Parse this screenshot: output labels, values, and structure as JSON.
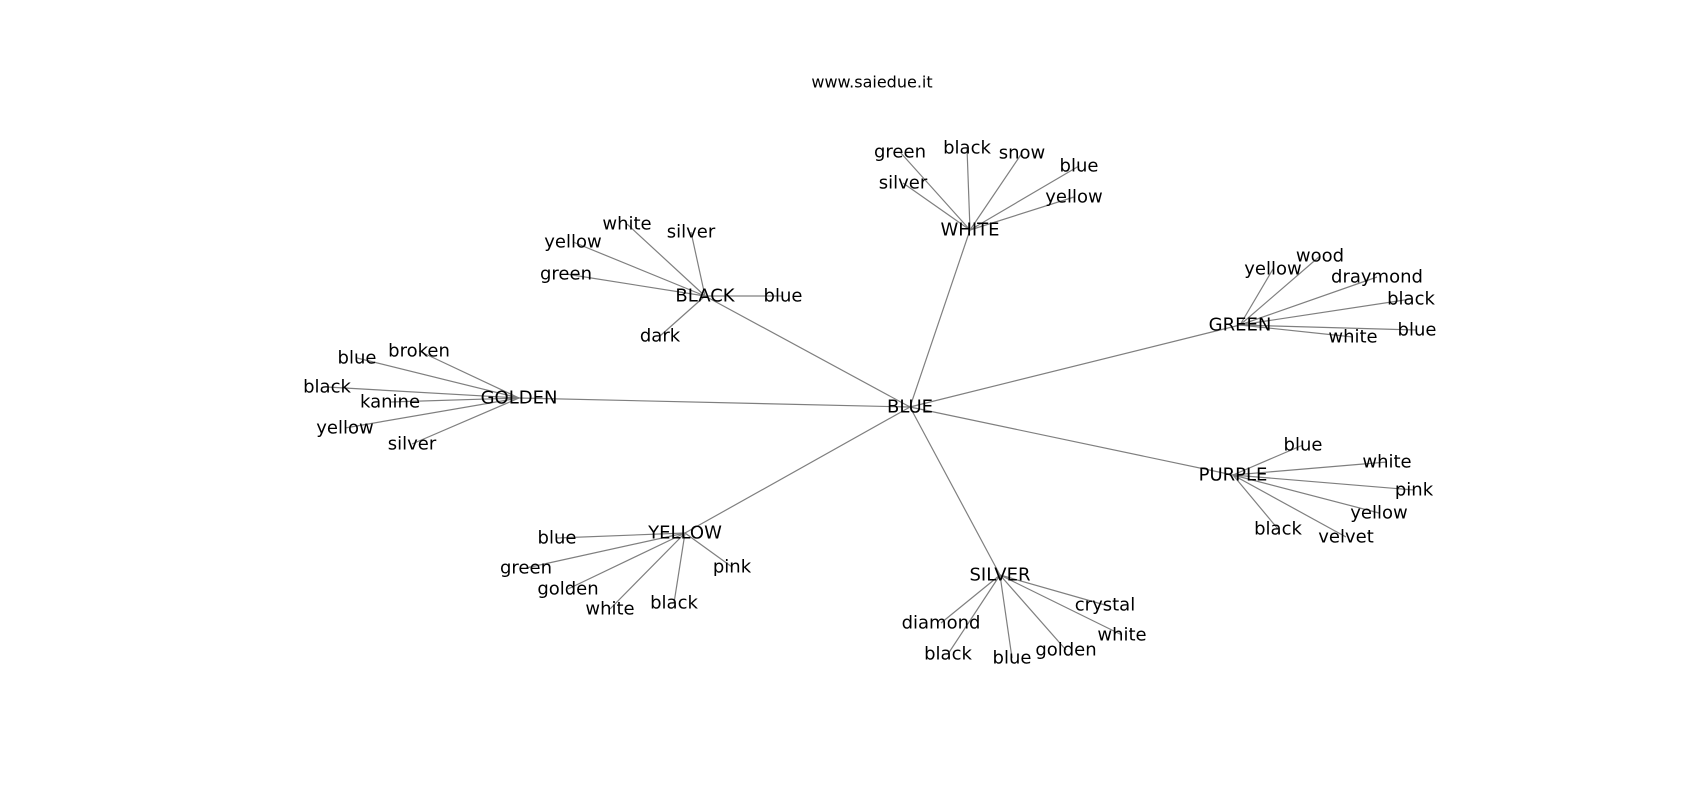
{
  "title": "www.saiedue.it",
  "colors": {
    "edge": "#7f7f7f",
    "text": "#000000",
    "background": "#ffffff"
  },
  "center": "BLUE",
  "clusters": [
    {
      "hub": "WHITE",
      "leaves": [
        "green",
        "black",
        "snow",
        "silver",
        "blue",
        "yellow"
      ]
    },
    {
      "hub": "BLACK",
      "leaves": [
        "white",
        "silver",
        "yellow",
        "green",
        "blue",
        "dark"
      ]
    },
    {
      "hub": "GREEN",
      "leaves": [
        "yellow",
        "wood",
        "draymond",
        "black",
        "blue",
        "white"
      ]
    },
    {
      "hub": "GOLDEN",
      "leaves": [
        "blue",
        "broken",
        "black",
        "kanine",
        "yellow",
        "silver"
      ]
    },
    {
      "hub": "PURPLE",
      "leaves": [
        "blue",
        "white",
        "pink",
        "yellow",
        "black",
        "velvet"
      ]
    },
    {
      "hub": "YELLOW",
      "leaves": [
        "blue",
        "green",
        "golden",
        "white",
        "black",
        "pink"
      ]
    },
    {
      "hub": "SILVER",
      "leaves": [
        "crystal",
        "diamond",
        "white",
        "golden",
        "black",
        "blue"
      ]
    }
  ]
}
